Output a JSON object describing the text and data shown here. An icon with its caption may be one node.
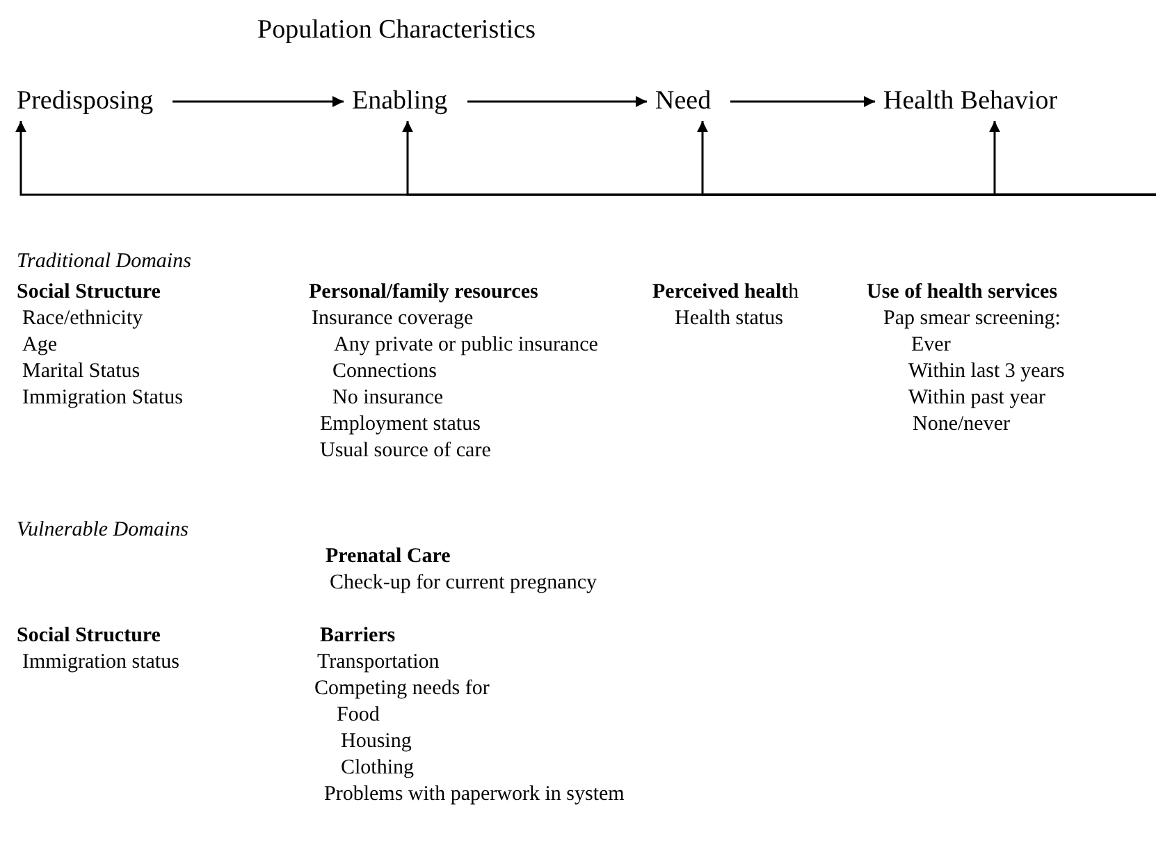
{
  "diagram": {
    "title": "Population Characteristics",
    "nodes": [
      {
        "text": [
          "Predisposing"
        ]
      },
      {
        "text": [
          "Enabling"
        ]
      },
      {
        "text": [
          "Need"
        ]
      },
      {
        "text": [
          "Health Behavior"
        ]
      }
    ],
    "edges": [
      {
        "from": 0,
        "to": 1,
        "arrow": "to"
      },
      {
        "from": 1,
        "to": 2,
        "arrow": "to"
      },
      {
        "from": 2,
        "to": 3,
        "arrow": "to"
      },
      {
        "from": null,
        "to": 0,
        "arrow": "to"
      },
      {
        "from": null,
        "to": 1,
        "arrow": "to"
      },
      {
        "from": null,
        "to": 2,
        "arrow": "to"
      },
      {
        "from": null,
        "to": 3,
        "arrow": "to"
      }
    ],
    "labels": [
      "Traditional Domains",
      "Social Structure",
      "Race/ethnicity",
      "Age",
      "Marital Status",
      "Immigration Status",
      "Personal/family resources",
      "Insurance coverage",
      "Any private or public insurance",
      "Connections",
      "No insurance",
      "Employment status",
      "Usual source of care",
      "**Perceived healt**h",
      "Health status",
      "Use of health services",
      "Pap smear screening:",
      "Ever",
      "Within last 3 years",
      "Within past year",
      "None/never",
      "Vulnerable Domains",
      "Prenatal Care",
      "Check-up for current pregnancy",
      "Social Structure",
      "Immigration status",
      "Barriers",
      "Transportation",
      "Competing needs for",
      "Food",
      "Housing",
      "Clothing",
      "Problems with paperwork in system"
    ]
  }
}
